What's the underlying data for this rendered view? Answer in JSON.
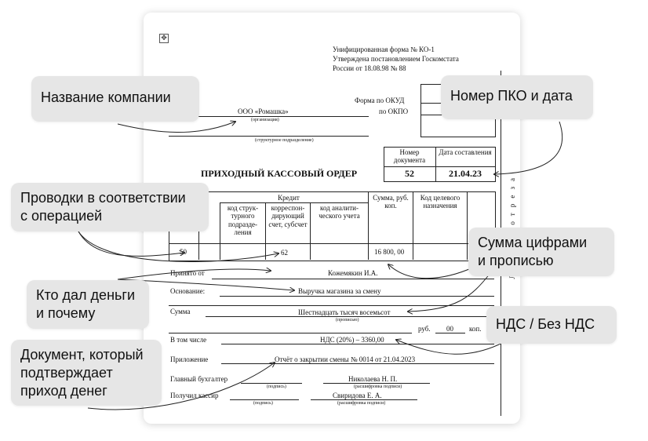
{
  "form": {
    "header_line1": "Унифицированная форма № КО-1",
    "header_line2": "Утверждена постановлением Госкомстата",
    "header_line3": "России от 18.08.98 № 88",
    "okud_label": "Форма по ОКУД",
    "okpo_label": "по ОКПО",
    "org_name": "ООО «Ромашка»",
    "org_caption": "(организация)",
    "struct_caption": "(структурное подразделение)",
    "doc_number_header": "Номер документа",
    "doc_date_header": "Дата составления",
    "doc_number": "52",
    "doc_date": "21.04.23",
    "title": "ПРИХОДНЫЙ КАССОВЫЙ ОРДЕР",
    "table": {
      "credit_header": "Кредит",
      "col_subdivision": "код струк-турного подразде-ления",
      "col_corr_account": "корреспон-дирующий счет, субсчет",
      "col_analytics": "код аналити-ческого учета",
      "col_sum": "Сумма, руб. коп.",
      "col_purpose": "Код целевого назначения",
      "row_debit": "50",
      "row_corr_account": "62",
      "row_sum": "16 800, 00"
    },
    "received_from_label": "Принято от",
    "received_from_value": "Кожемякин И.А.",
    "basis_label": "Основание:",
    "basis_value": "Выручка магазина за смену",
    "sum_label": "Сумма",
    "sum_words": "Шестнадцать тысяч восемьсот",
    "sum_words_caption": "(прописью)",
    "rub_label": "руб.",
    "kop_value": "00",
    "kop_label": "коп.",
    "including_label": "В том числе",
    "vat_value": "НДС (20%) – 3360,00",
    "attachment_label": "Приложение",
    "attachment_value": "Отчёт о закрытии смены № 0014 от 21.04.2023",
    "chief_accountant_label": "Главный бухгалтер",
    "chief_accountant_name": "Николаева Н. П.",
    "cashier_label": "Получил кассир",
    "cashier_name": "Свиридова Е. А.",
    "signature_caption": "(подпись)",
    "decode_caption": "(расшифровка подписи)",
    "vertical_text": "Линия отреза"
  },
  "annotations": {
    "company_name": "Название компании",
    "pko_number_date": "Номер ПКО и дата",
    "postings_line1": "Проводки в соответствии",
    "postings_line2": "с операцией",
    "amount_line1": "Сумма цифрами",
    "amount_line2": "и прописью",
    "who_gave_line1": "Кто дал деньги",
    "who_gave_line2": "и почему",
    "vat": "НДС / Без НДС",
    "document_line1": "Документ, который",
    "document_line2": "подтверждает",
    "document_line3": "приход денег"
  },
  "colors": {
    "bubble_bg": "#e6e6e6",
    "arrow": "#222222"
  }
}
